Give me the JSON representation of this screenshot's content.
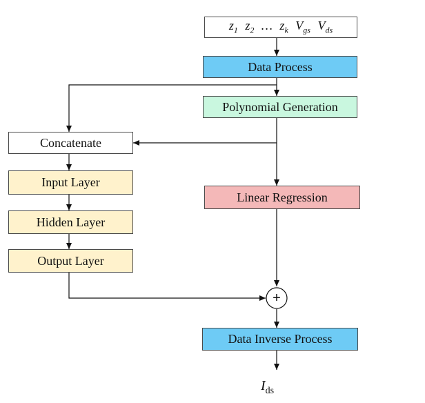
{
  "input_vars": {
    "z1_base": "z",
    "z1_sub": "1",
    "z2_base": "z",
    "z2_sub": "2",
    "ellipsis": "…",
    "zk_base": "z",
    "zk_sub": "k",
    "vgs_base": "V",
    "vgs_sub": "gs",
    "vds_base": "V",
    "vds_sub": "ds"
  },
  "nodes": {
    "data_process": "Data Process",
    "polynomial_generation": "Polynomial Generation",
    "concatenate": "Concatenate",
    "input_layer": "Input Layer",
    "hidden_layer": "Hidden Layer",
    "output_layer": "Output Layer",
    "linear_regression": "Linear Regression",
    "sum": "+",
    "data_inverse_process": "Data Inverse Process"
  },
  "output": {
    "base": "I",
    "sub": "ds"
  },
  "colors": {
    "data_process": "#6ecbf5",
    "polynomial_generation": "#c9f7df",
    "nn_layers": "#fff2cc",
    "linear_regression": "#f4b8b8",
    "data_inverse_process": "#6ecbf5",
    "plain": "#ffffff"
  }
}
